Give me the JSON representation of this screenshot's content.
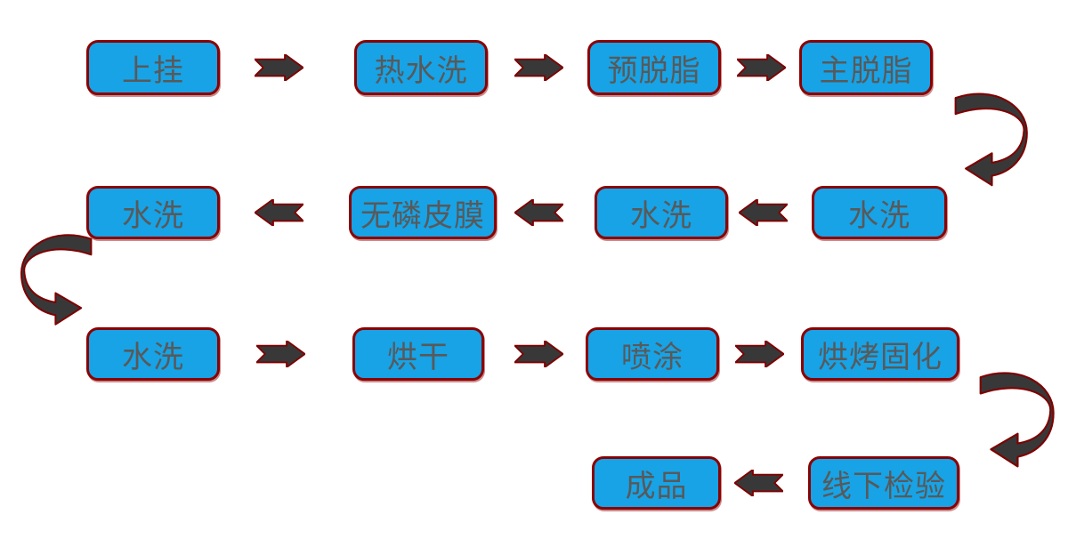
{
  "diagram": {
    "title": "coating-process-flowchart",
    "colors": {
      "background": "#ffffff",
      "box_fill": "#17a3e6",
      "box_border": "#8b0000",
      "box_text": "#595959",
      "arrow_fill": "#383838",
      "arrow_outline": "#7f0000"
    },
    "rows": [
      {
        "direction": "right",
        "nodes": [
          {
            "label": "上挂"
          },
          {
            "label": "热水洗"
          },
          {
            "label": "预脱脂"
          },
          {
            "label": "主脱脂"
          }
        ]
      },
      {
        "direction": "left",
        "nodes": [
          {
            "label": "水洗"
          },
          {
            "label": "无磷皮膜"
          },
          {
            "label": "水洗"
          },
          {
            "label": "水洗"
          }
        ]
      },
      {
        "direction": "right",
        "nodes": [
          {
            "label": "水洗"
          },
          {
            "label": "烘干"
          },
          {
            "label": "喷涂"
          },
          {
            "label": "烘烤固化"
          }
        ]
      },
      {
        "direction": "left",
        "nodes": [
          {
            "label": "成品"
          },
          {
            "label": "线下检验"
          }
        ]
      }
    ],
    "connectors": {
      "row1_to_row2": "curved-down-left",
      "row2_to_row3": "curved-down-right",
      "row3_to_row4": "curved-down-left"
    }
  }
}
